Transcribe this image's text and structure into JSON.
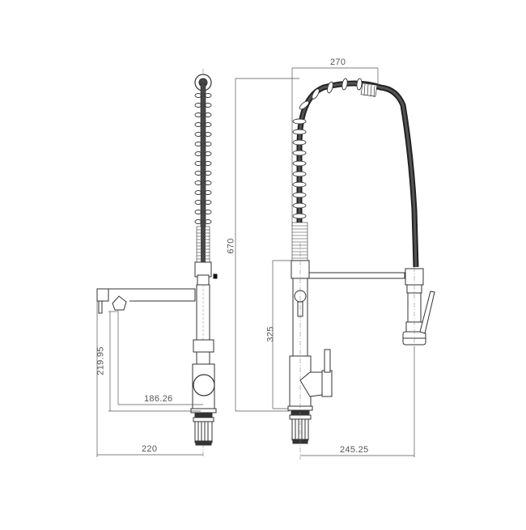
{
  "drawing": {
    "type": "technical-drawing",
    "subject": "pull-down spring kitchen mixer tap",
    "line_color": "#333333",
    "dim_color": "#555555",
    "hose_color": "#3a3a3a",
    "background": "#ffffff"
  },
  "side_view": {
    "dimensions": {
      "spout_height": "219.95",
      "spout_projection": "186.26",
      "overall_reach": "220"
    }
  },
  "front_view": {
    "dimensions": {
      "overall_height": "670",
      "top_width": "270",
      "body_height": "325",
      "handshower_offset": "245.25"
    }
  }
}
